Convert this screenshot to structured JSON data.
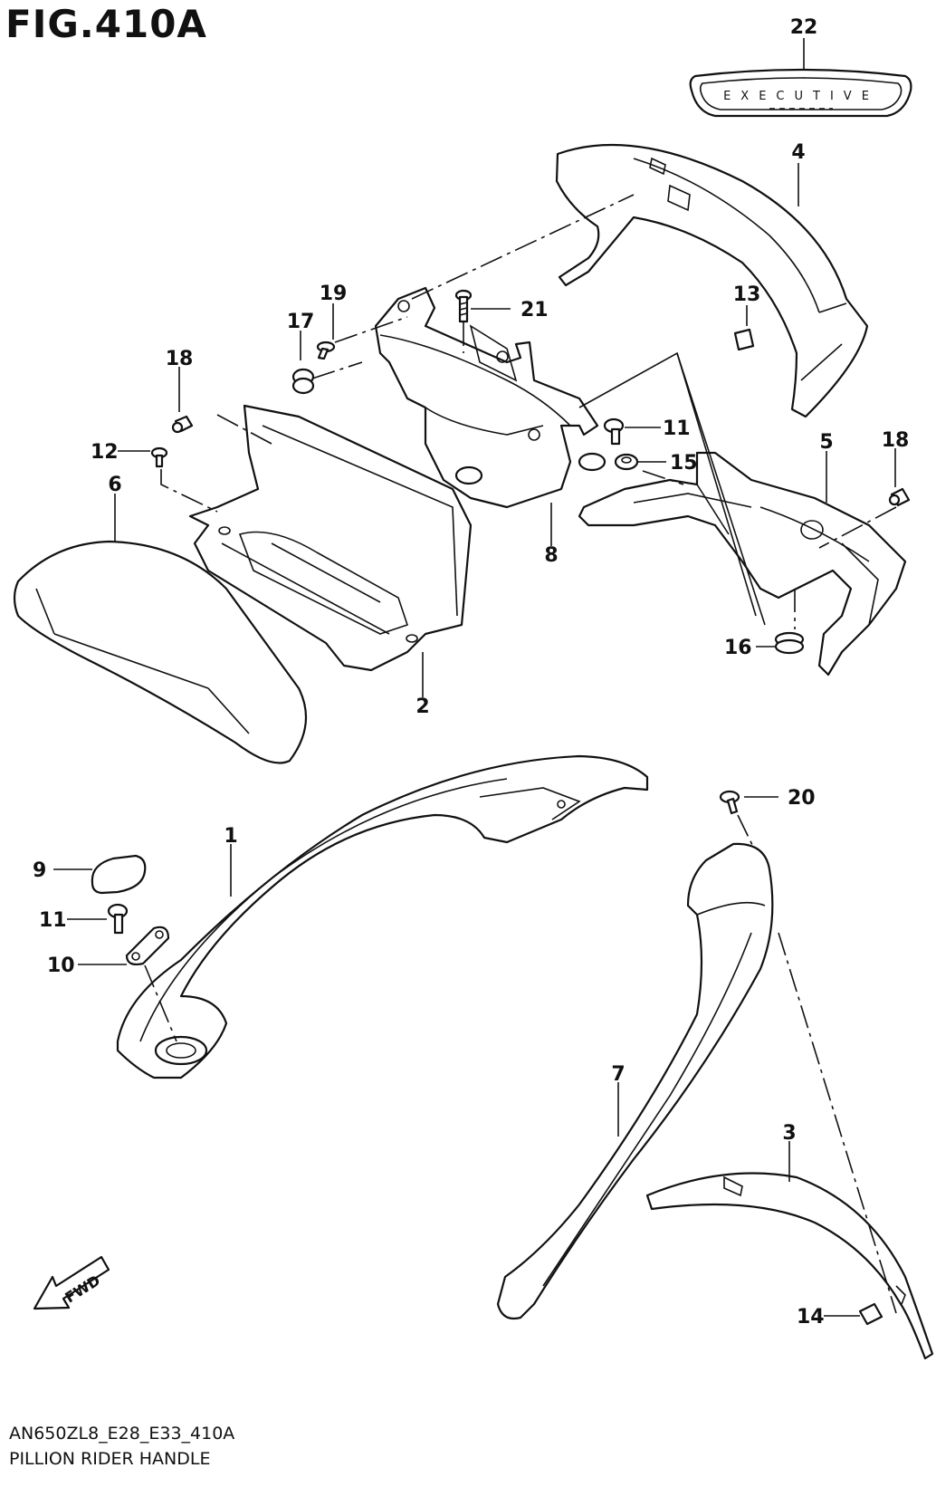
{
  "title": "FIG.410A",
  "footer": {
    "code": "AN650ZL8_E28_E33_410A",
    "name": "PILLION RIDER HANDLE"
  },
  "emblem_text": "EXECUTIVE",
  "fwd_label": "FWD",
  "callouts": [
    "1",
    "2",
    "3",
    "4",
    "5",
    "6",
    "7",
    "8",
    "9",
    "10",
    "11",
    "11",
    "12",
    "13",
    "14",
    "15",
    "16",
    "17",
    "18",
    "18",
    "19",
    "20",
    "21",
    "22"
  ]
}
